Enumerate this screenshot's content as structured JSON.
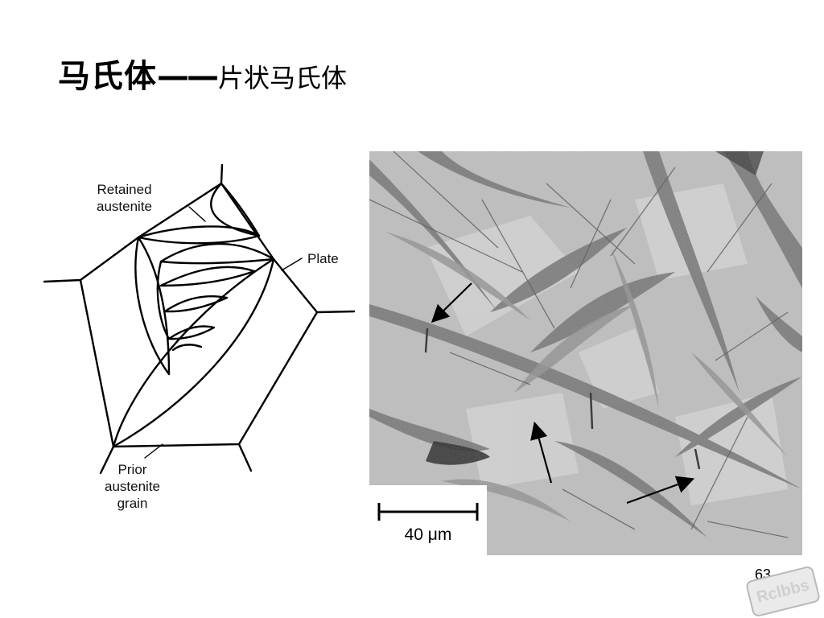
{
  "title": {
    "main": "马氏体",
    "dash": "——",
    "sub": "片状马氏体"
  },
  "diagram": {
    "labels": {
      "retained_line1": "Retained",
      "retained_line2": "austenite",
      "plate": "Plate",
      "prior_line1": "Prior",
      "prior_line2": "austenite",
      "prior_line3": "grain"
    }
  },
  "micrograph": {
    "scale_bar": "40 μm",
    "icons": [
      "arrow-icon"
    ]
  },
  "slide": {
    "page_number": "63"
  },
  "watermark": {
    "text": "Rclbbs"
  }
}
